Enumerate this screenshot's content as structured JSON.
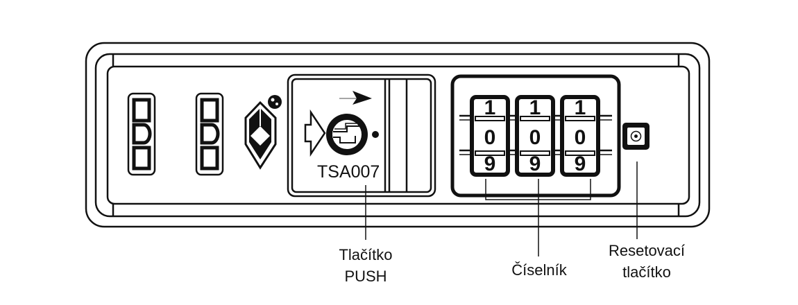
{
  "diagram": {
    "model_text": "TSA007",
    "dial_digits": {
      "top": "1",
      "middle": "0",
      "bottom": "9"
    },
    "labels": {
      "push_button": [
        "Tlačítko",
        "PUSH"
      ],
      "dial": "Číselník",
      "reset_button": [
        "Resetovací",
        "tlačítko"
      ]
    },
    "colors": {
      "line": "#111111",
      "background": "#ffffff"
    }
  }
}
